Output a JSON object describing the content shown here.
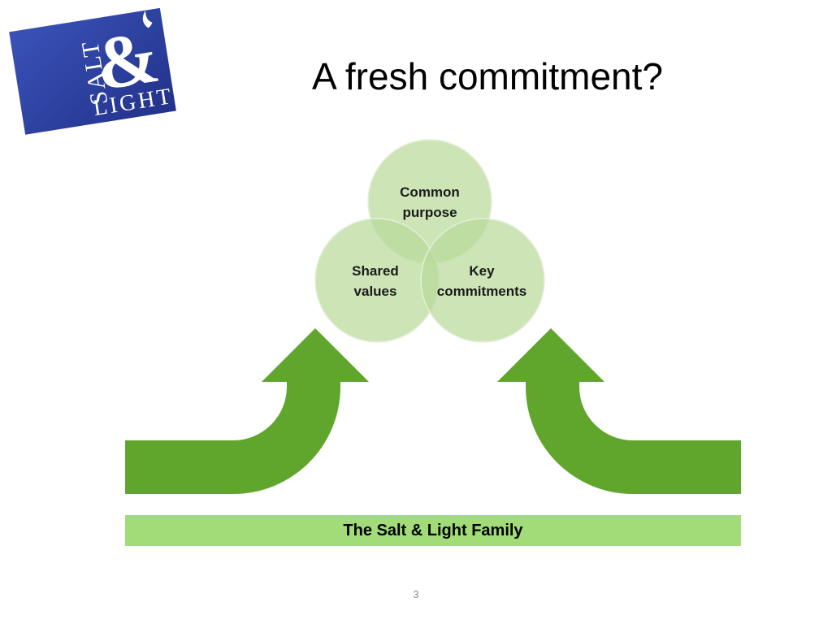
{
  "slide": {
    "title": "A fresh commitment?",
    "page_number": "3"
  },
  "logo": {
    "word_top": "SALT",
    "ampersand": "&",
    "word_bottom": "LIGHT",
    "background_color": "#2a3f9a",
    "text_color": "#ffffff"
  },
  "venn": {
    "circle_color": "#b8d99a",
    "circles": [
      {
        "label_line1": "Common",
        "label_line2": "purpose"
      },
      {
        "label_line1": "Shared",
        "label_line2": "values"
      },
      {
        "label_line1": "Key",
        "label_line2": "commitments"
      }
    ]
  },
  "arrows": {
    "color": "#61a62c",
    "icons": [
      "curved-arrow-up-left",
      "curved-arrow-up-right"
    ]
  },
  "footer_bar": {
    "label": "The Salt & Light Family",
    "color": "#a1dc78"
  }
}
